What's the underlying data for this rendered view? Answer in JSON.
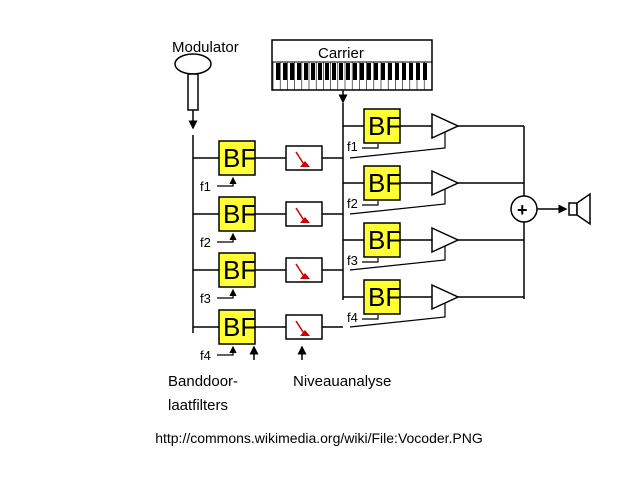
{
  "diagram": {
    "modulator_label": "Modulator",
    "carrier_label": "Carrier",
    "bandpass_label": "BF",
    "filter_freqs": [
      "f1",
      "f2",
      "f3",
      "f4"
    ],
    "bandfilter_caption_line1": "Banddoor-",
    "bandfilter_caption_line2": "laatfilters",
    "level_analysis_caption": "Niveauanalyse",
    "sum_symbol": "+",
    "colors": {
      "filter_fill": "#ffff33",
      "line": "#000000",
      "meter_needle": "#cc0000"
    }
  },
  "source_url": "http://commons.wikimedia.org/wiki/File:Vocoder.PNG"
}
